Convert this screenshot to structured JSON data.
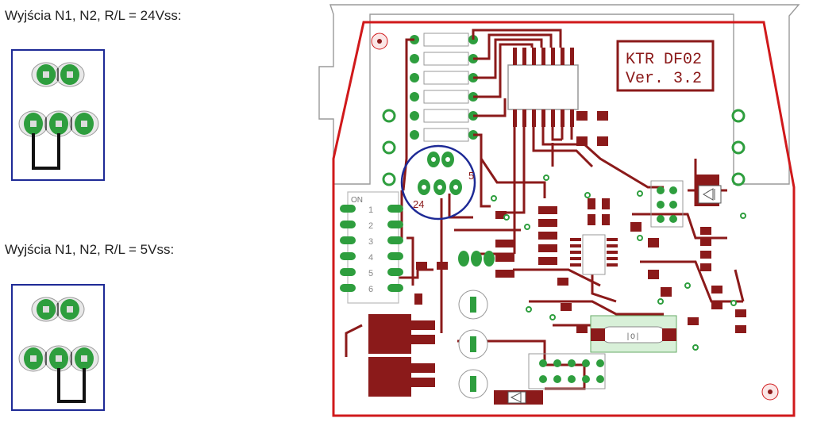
{
  "captions": {
    "top": "Wyjścia N1, N2, R/L = 24Vss:",
    "bottom": "Wyjścia N1, N2, R/L = 5Vss:"
  },
  "board": {
    "label_line1": "KTR DF02",
    "label_line2": "Ver. 3.2",
    "dip_switch_on": "ON",
    "dip_switch_numbers": [
      "1",
      "2",
      "3",
      "4",
      "5",
      "6"
    ],
    "jumper_label_5": "5",
    "jumper_label_24": "24",
    "crystal_label": "|O|"
  },
  "colors": {
    "trace": "#8b1a1a",
    "pad_green": "#2e9e3e",
    "outline_red": "#d0191b",
    "highlight_blue": "#1e2a96",
    "silkscreen": "#9a9a9a"
  }
}
